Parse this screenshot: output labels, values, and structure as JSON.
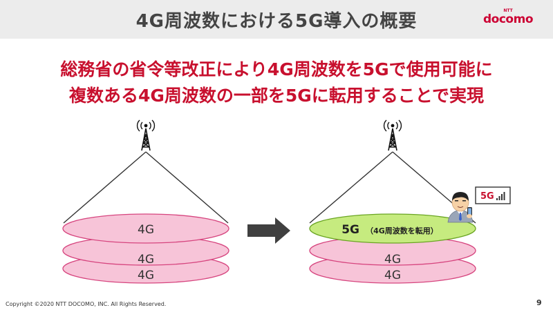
{
  "slide": {
    "title": "4G周波数における5G導入の概要",
    "logo": {
      "small": "NTT",
      "main": "docomo"
    },
    "headline_line1": "総務省の省令等改正により4G周波数を5Gで使用可能に",
    "headline_line2": "複数ある4G周波数の一部を5Gに転用することで実現"
  },
  "diagram": {
    "before": {
      "layers": [
        "4G",
        "4G",
        "4G"
      ]
    },
    "after": {
      "top_layer_main": "5G",
      "top_layer_note": "（4G周波数を転用）",
      "layers": [
        "4G",
        "4G"
      ],
      "signal_label": "5G"
    }
  },
  "colors": {
    "accent": "#c8102e",
    "pink_disc": "#f7c4d8",
    "pink_disc_stroke": "#d6447e",
    "green_disc": "#c6eb7f",
    "green_disc_stroke": "#6aa523",
    "arrow": "#404040",
    "title_bar": "#ececec"
  },
  "footer": {
    "copyright": "Copyright ©2020 NTT DOCOMO, INC. All Rights Reserved.",
    "page_number": "9"
  }
}
